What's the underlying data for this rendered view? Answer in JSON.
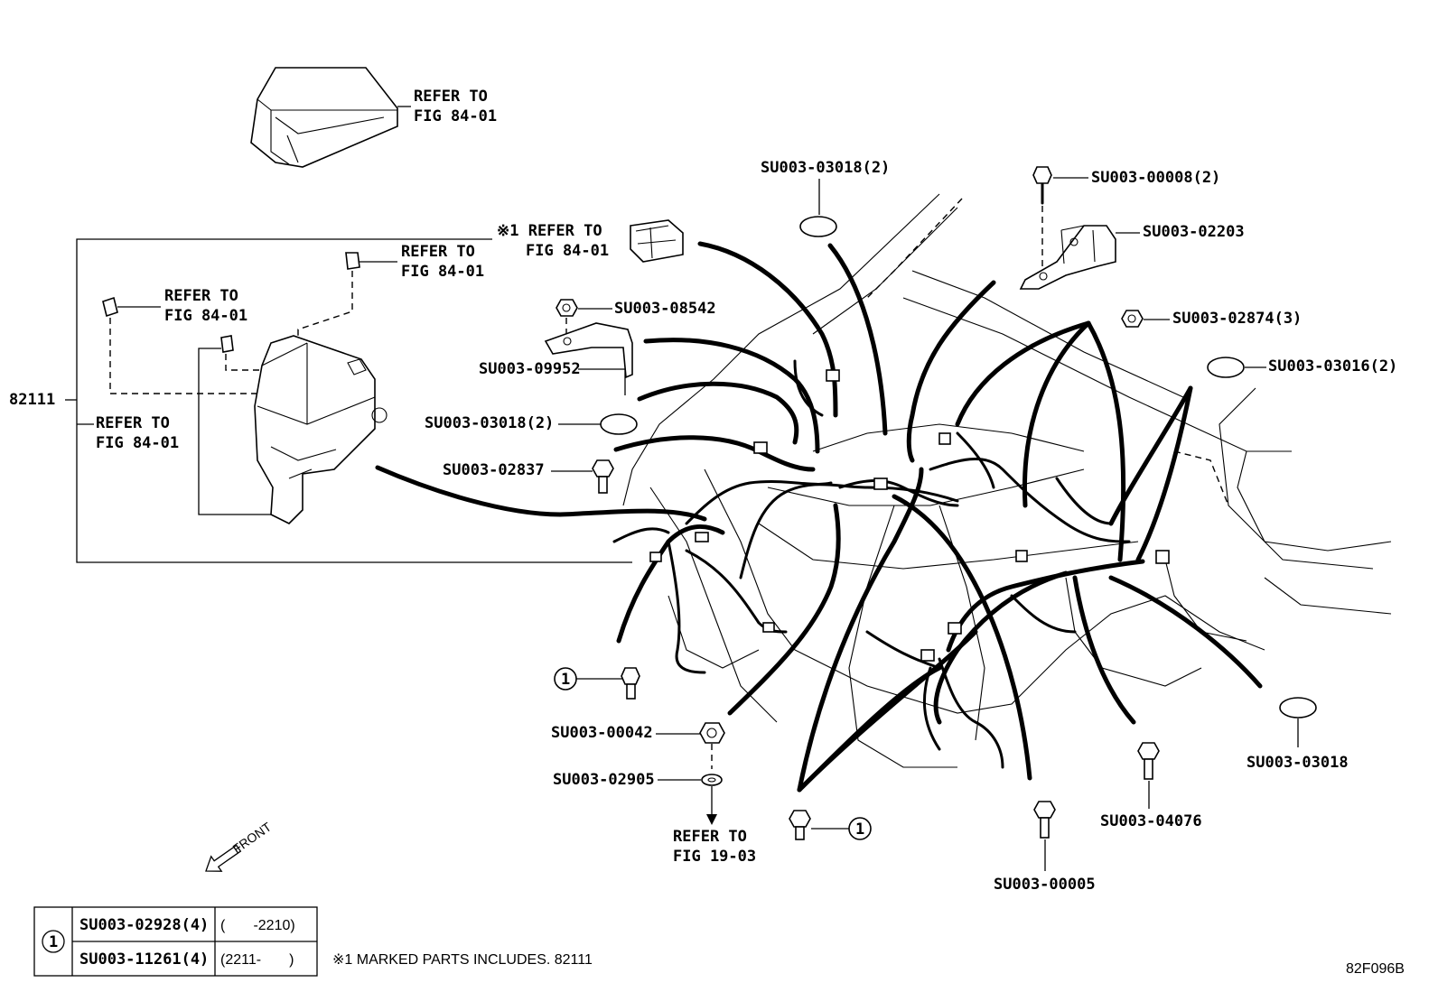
{
  "labels": {
    "refer_top_1": "REFER TO",
    "refer_top_2": "FIG 84-01",
    "mark1_1": "※1 REFER TO",
    "mark1_2": "FIG 84-01",
    "refer_clip_1": "REFER TO",
    "refer_clip_2": "FIG 84-01",
    "refer_left_1": "REFER TO",
    "refer_left_2": "FIG 84-01",
    "refer_mid_1": "REFER TO",
    "refer_mid_2": "FIG 84-01",
    "refer_fig19_1": "REFER TO",
    "refer_fig19_2": "FIG 19-03",
    "part_82111": "82111",
    "su_03018_top": "SU003-03018(2)",
    "su_00008": "SU003-00008(2)",
    "su_02203": "SU003-02203",
    "su_08542": "SU003-08542",
    "su_02874": "SU003-02874(3)",
    "su_09952": "SU003-09952",
    "su_03016": "SU003-03016(2)",
    "su_03018_mid": "SU003-03018(2)",
    "su_02837": "SU003-02837",
    "su_00042": "SU003-00042",
    "su_02905": "SU003-02905",
    "su_03018_right": "SU003-03018",
    "su_04076": "SU003-04076",
    "su_00005": "SU003-00005",
    "circle_1a": "1",
    "circle_1b": "1",
    "front": "FRONT",
    "figure_code": "82F096B"
  },
  "legend_table": {
    "symbol": "1",
    "rows": [
      {
        "part": "SU003-02928(4)",
        "range": "(       -2210)"
      },
      {
        "part": "SU003-11261(4)",
        "range": "(2211-       )"
      }
    ],
    "note": "※1 MARKED PARTS INCLUDES. 82111"
  }
}
